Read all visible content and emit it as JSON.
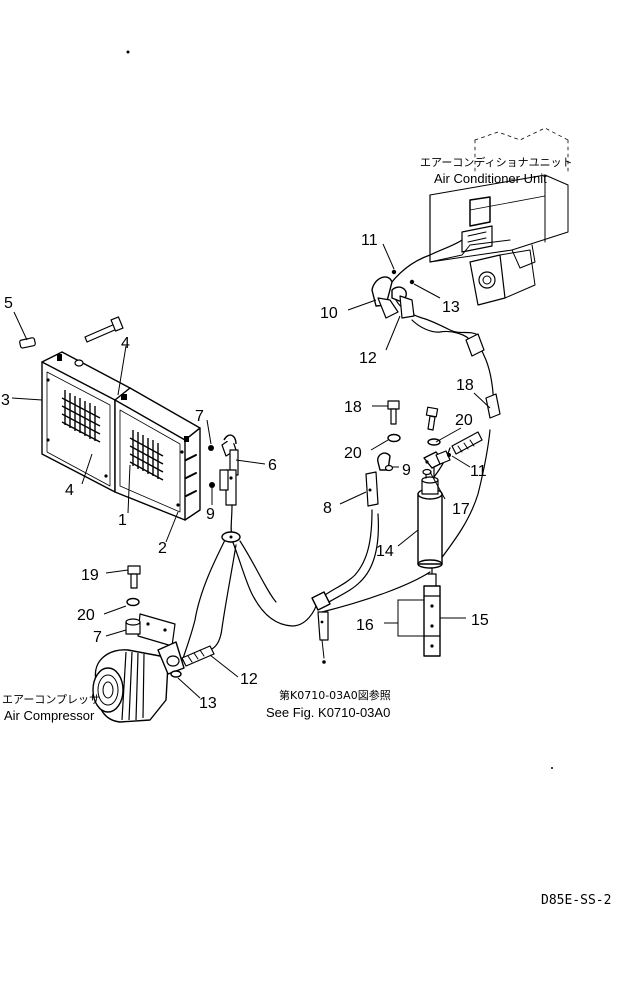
{
  "labels": {
    "ac_unit_jp": "エアーコンディショナユニット",
    "ac_unit_en": "Air Conditioner Unit",
    "compressor_jp": "エアーコンプレッサ",
    "compressor_en": "Air Compressor",
    "see_fig_jp": "第K0710-03A0図参照",
    "see_fig_en": "See Fig. K0710-03A0",
    "drawing_id": "D85E-SS-2"
  },
  "callouts": {
    "c1": "1",
    "c2": "2",
    "c3": "3",
    "c4a": "4",
    "c4b": "4",
    "c5": "5",
    "c6": "6",
    "c7a": "7",
    "c7b": "7",
    "c8": "8",
    "c9a": "9",
    "c9b": "9",
    "c10": "10",
    "c11a": "11",
    "c11b": "11",
    "c12a": "12",
    "c12b": "12",
    "c13a": "13",
    "c13b": "13",
    "c14": "14",
    "c15": "15",
    "c16": "16",
    "c17": "17",
    "c18a": "18",
    "c18b": "18",
    "c19": "19",
    "c20a": "20",
    "c20b": "20",
    "c20c": "20"
  }
}
